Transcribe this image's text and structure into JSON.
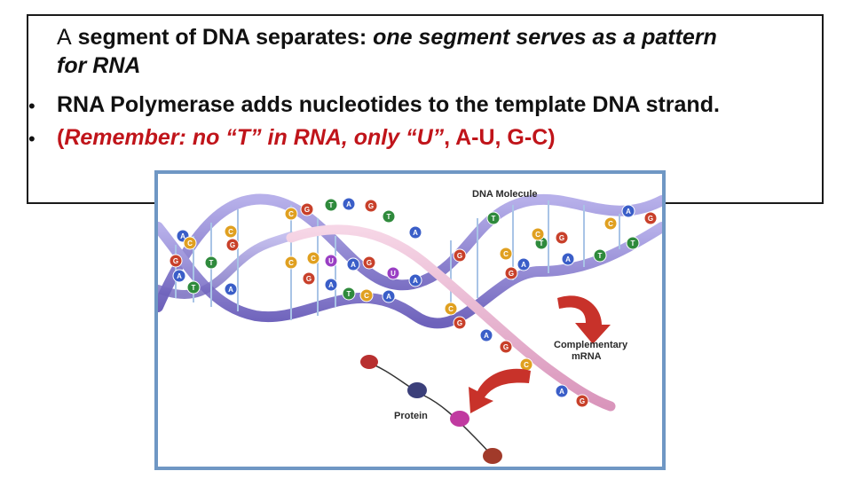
{
  "slide": {
    "line1_prefix": "A",
    "line1_bold": " segment of DNA separates: ",
    "line1_italic": "one segment serves as a pattern",
    "line1_cont": "for RNA",
    "bullet_char": "•",
    "bullet1": "RNA Polymerase adds nucleotides to the template DNA strand.",
    "bullet2_part1": "(",
    "bullet2_italic": "Remember: no “T” in RNA, only “U”",
    "bullet2_part2": ", A-U, G-C)"
  },
  "figure": {
    "label_dna": "DNA Molecule",
    "label_mrna_1": "Complementary",
    "label_mrna_2": "mRNA",
    "label_protein": "Protein",
    "base_colors": {
      "A": "#3a5ec8",
      "T": "#2f8a3c",
      "G": "#c8402a",
      "C": "#e0a020",
      "U": "#9a3fc4"
    },
    "colors": {
      "dna_backbone": "#7d72c8",
      "mrna_strand": "#e6a7c8",
      "arrow": "#c8322a",
      "frame": "#6f97c4"
    }
  }
}
